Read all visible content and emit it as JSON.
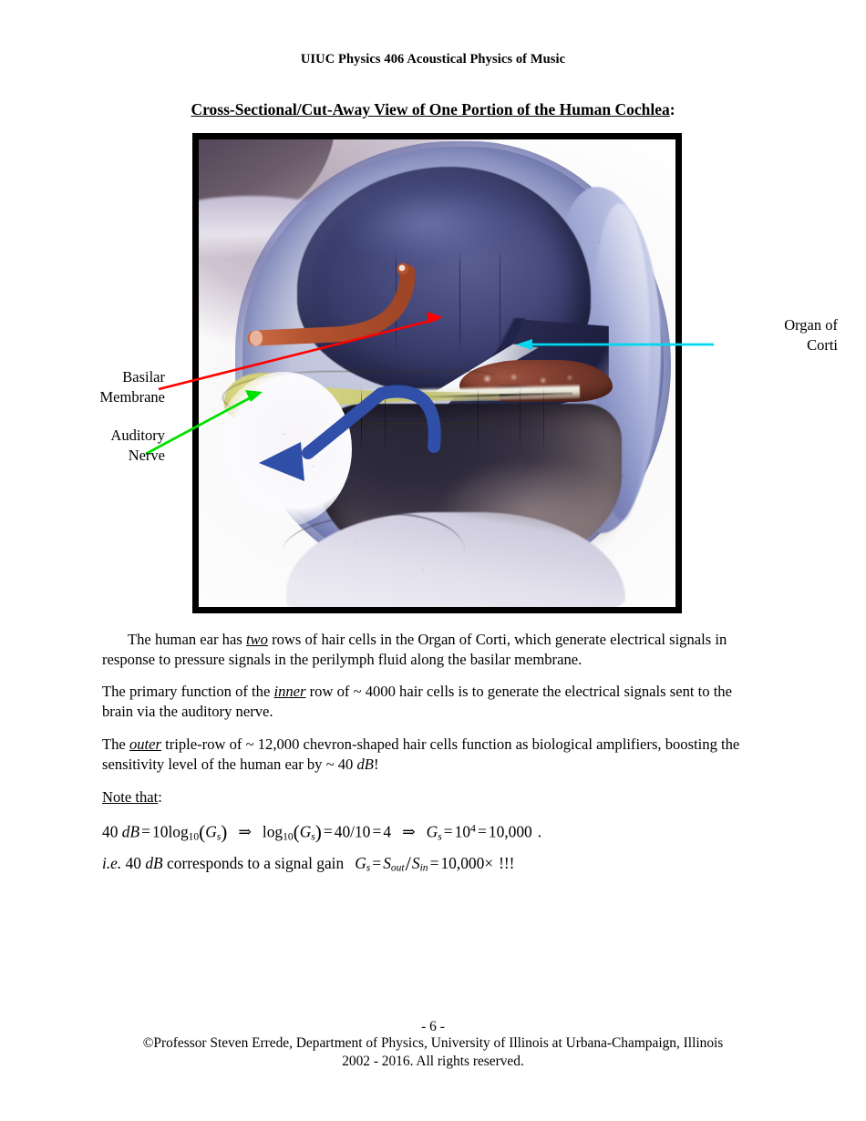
{
  "header": {
    "running_head": "UIUC Physics 406 Acoustical Physics of Music"
  },
  "section": {
    "title_underlined": "Cross-Sectional/Cut-Away View of One Portion of the Human Cochlea",
    "title_colon": ":"
  },
  "figure": {
    "alt_name": "cochlea-cross-section-micrograph",
    "callouts": [
      {
        "id": "basilar",
        "label": "Basilar\nMembrane",
        "arrow_color": "#ff0000",
        "arrow_name": "red-arrow-basilar-membrane"
      },
      {
        "id": "nerve",
        "label": "Auditory\nNerve",
        "arrow_color": "#00e000",
        "arrow_name": "green-arrow-auditory-nerve"
      },
      {
        "id": "organ",
        "label": "Organ of\nCorti",
        "arrow_color": "#00d8f0",
        "arrow_name": "cyan-arrow-organ-of-corti"
      }
    ],
    "frame_color": "#000000"
  },
  "body": {
    "p1_a": "The human ear has ",
    "p1_em": "two",
    "p1_b": " rows of hair cells in the Organ of Corti, which generate electrical signals in response to pressure signals in the perilymph fluid along the basilar membrane.",
    "p2_a": "The primary function of the ",
    "p2_em": "inner",
    "p2_b": " row of ~ 4000 hair cells is to generate the electrical signals sent to the brain via the auditory nerve.",
    "p3_a": "The ",
    "p3_em": "outer",
    "p3_b": " triple-row of ~ 12,000 chevron-shaped hair cells function as biological amplifiers, boosting the sensitivity level of the human ear by ~ 40 ",
    "p3_unit": "dB",
    "p3_c": "!",
    "note_label": "Note that",
    "note_colon": ":"
  },
  "equations": {
    "eq1": {
      "n40": "40",
      "db": "dB",
      "eq": "=",
      "ten": "10",
      "log": "log",
      "base": "10",
      "lparen": "(",
      "G": "G",
      "sub_s": "s",
      "rparen": ")",
      "implies": "⇒",
      "log2": "log",
      "base2": "10",
      "eq2": "=",
      "ratio": "40/10",
      "eq3": "=",
      "four": "4",
      "implies2": "⇒",
      "eq4": "=",
      "ten2": "10",
      "exp4": "4",
      "eq5": "=",
      "result": "10,000",
      "period": "."
    },
    "eq2": {
      "ie": "i.e.",
      "n40": "40",
      "db": "dB",
      "text": "corresponds to a signal gain",
      "G": "G",
      "sub_s": "s",
      "eq": "=",
      "S": "S",
      "sub_out": "out",
      "slash": "/",
      "S2": "S",
      "sub_in": "in",
      "eq2": "=",
      "value": "10,000",
      "times": "×",
      "bangs": "!!!"
    }
  },
  "footer": {
    "page_number": "- 6 -",
    "copyright": "©Professor Steven Errede, Department of Physics, University of Illinois at Urbana-Champaign, Illinois",
    "years": "2002 - 2016. All rights reserved."
  }
}
